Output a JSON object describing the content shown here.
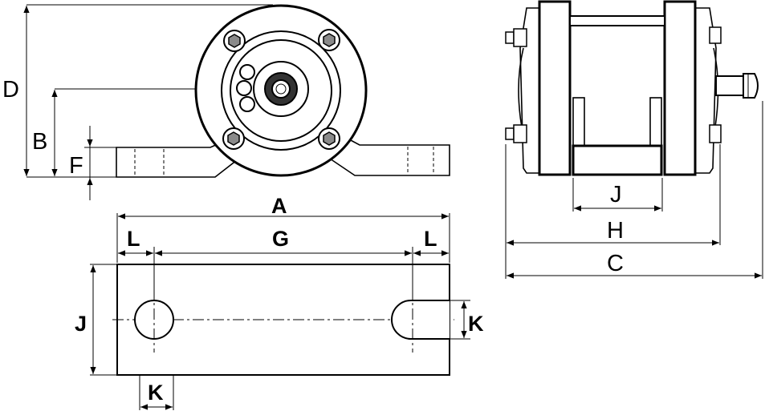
{
  "dimension_labels": {
    "front_view": {
      "D": "D",
      "B": "B",
      "F": "F"
    },
    "side_view": {
      "J": "J",
      "H": "H",
      "C": "C"
    },
    "bottom_view": {
      "A": "A",
      "L_left": "L",
      "G": "G",
      "L_right": "L",
      "J": "J",
      "K_right": "K",
      "K_bottom": "K"
    }
  },
  "colors": {
    "line": "#000000",
    "background": "#ffffff",
    "shade": "#d9d9d9",
    "dark_shade": "#7a7a7a"
  }
}
